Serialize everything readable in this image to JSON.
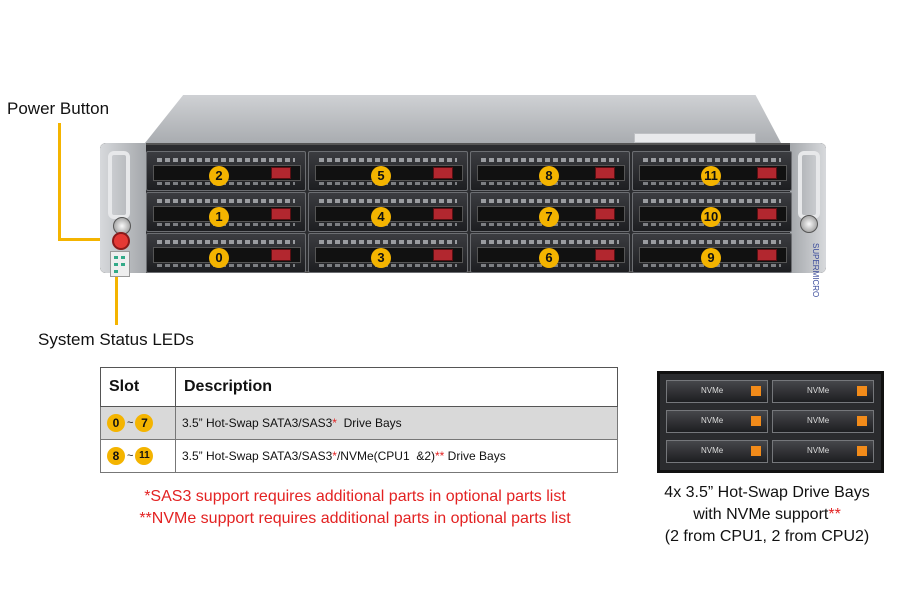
{
  "callouts": {
    "power_button": "Power Button",
    "status_leds": "System Status LEDs"
  },
  "chassis": {
    "brand": "SUPERMICRO",
    "bays": [
      "0",
      "1",
      "2",
      "3",
      "4",
      "5",
      "6",
      "7",
      "8",
      "9",
      "10",
      "11"
    ]
  },
  "table": {
    "headers": [
      "Slot",
      "Description"
    ],
    "rows": [
      {
        "from": "0",
        "to": "7",
        "tilde": "~",
        "desc": "3.5” Hot-Swap SATA3/SAS3",
        "mark": "*",
        "desc_tail": "  Drive Bays"
      },
      {
        "from": "8",
        "to": "11",
        "tilde": "~",
        "desc": "3.5” Hot-Swap SATA3/SAS3",
        "mark": "*",
        "desc_mid": "/NVMe(CPU1  &2)",
        "mark2": "**",
        "desc_tail": " Drive Bays"
      }
    ]
  },
  "notes": [
    "*SAS3 support requires additional parts in optional parts list",
    "**NVMe support requires additional parts in optional parts list"
  ],
  "nvme_panel": {
    "bay_label": "NVMe",
    "caption_line1": "4x 3.5” Hot-Swap Drive Bays",
    "caption_line2": "with NVMe support",
    "caption_mark": "**",
    "caption_line3": "(2 from CPU1, 2 from CPU2)"
  },
  "colors": {
    "accent": "#f4b400",
    "note_red": "#e32222",
    "latch_red": "#b2272f",
    "nvme_orange": "#f28b1a"
  }
}
